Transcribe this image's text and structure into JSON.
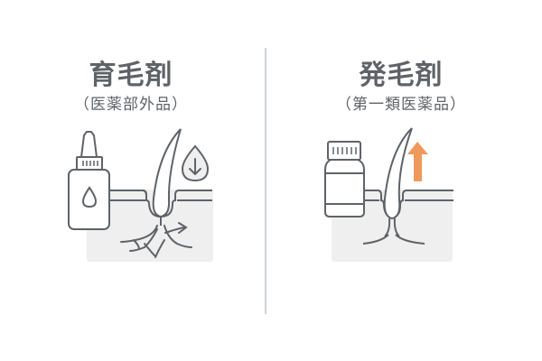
{
  "left": {
    "title": "育毛剤",
    "subtitle": "（医薬部外品）",
    "icons": [
      "dropper-bottle-icon",
      "hair-follicle-icon",
      "water-drop-down-arrow-icon",
      "blood-vessel-arrow-icon"
    ]
  },
  "right": {
    "title": "発毛剤",
    "subtitle": "（第一類医薬品）",
    "icons": [
      "medicine-bottle-icon",
      "hair-follicle-icon",
      "up-arrow-icon"
    ]
  },
  "colors": {
    "text": "#5f6368",
    "line": "#5f6368",
    "skin_fill": "#efefef",
    "divider": "#cfd3d6",
    "accent_arrow": "#ef9a5a"
  }
}
